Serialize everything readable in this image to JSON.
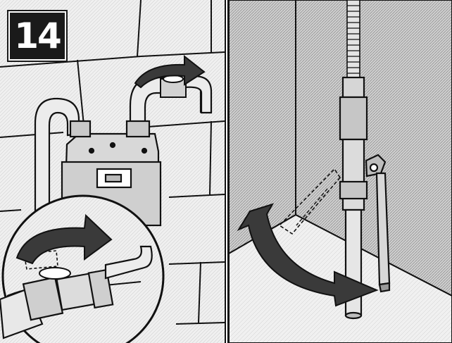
{
  "step": {
    "number": "14"
  },
  "colors": {
    "ink": "#111111",
    "paper": "#ffffff",
    "wall_shade": "#d6d6d6",
    "floor_shade": "#e6e6e6",
    "arrow_fill": "#3a3a3a"
  },
  "illustrations": {
    "left_panel": [
      "gas-meter",
      "brick-wall",
      "shutoff-valve",
      "rotation-arrow",
      "magnified-valve-inset"
    ],
    "right_panel": [
      "flexible-gas-line",
      "ball-valve",
      "valve-handle",
      "wall-corner",
      "floor",
      "rotation-arrow"
    ]
  }
}
